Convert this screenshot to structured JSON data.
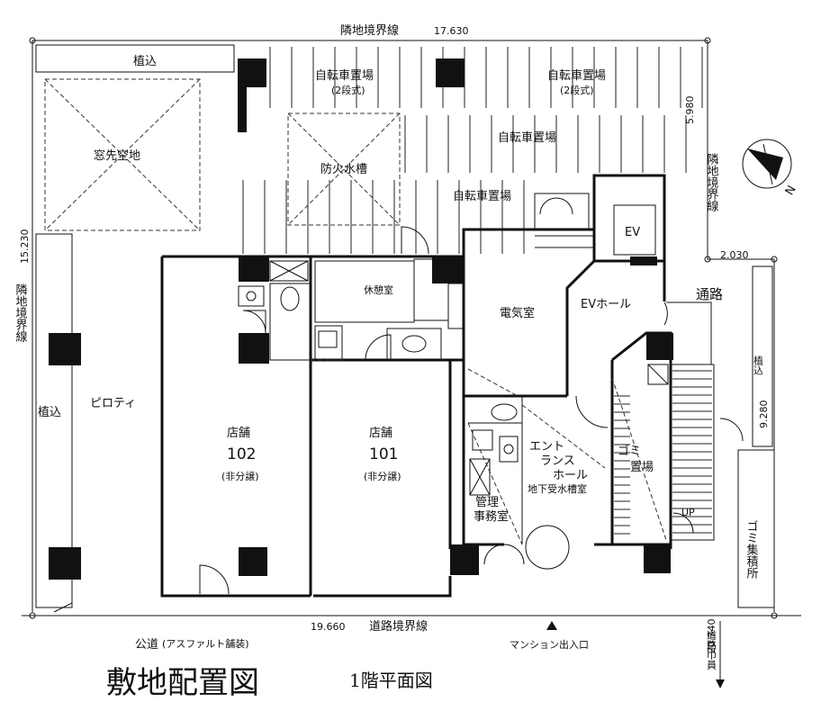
{
  "labels": {
    "boundary_top": "隣地境界線",
    "dim_top": "17.630",
    "planting_top": "植込",
    "bicycle_1": "自転車置場",
    "bicycle_1_sub": "(2段式)",
    "bicycle_2": "自転車置場",
    "bicycle_2_sub": "(2段式)",
    "bicycle_3": "自転車置場",
    "bicycle_4": "自転車置場",
    "dim_right_top": "5.980",
    "boundary_right": "隣地境界線",
    "window_open_space": "窓先空地",
    "fire_water_tank": "防火水槽",
    "dim_left": "15.230",
    "boundary_left": "隣地境界線",
    "ev": "EV",
    "dim_mid_right": "2.030",
    "rest_room": "休憩室",
    "electric_room": "電気室",
    "ev_hall": "EVホール",
    "passage": "通路",
    "planting_right": "植込",
    "dim_right": "9.280",
    "planting_left": "植込",
    "piloti": "ピロティ",
    "shop_102_a": "店舗",
    "shop_102_b": "102",
    "shop_102_c": "(非分譲)",
    "shop_101_a": "店舗",
    "shop_101_b": "101",
    "shop_101_c": "(非分譲)",
    "entrance_1": "エント",
    "entrance_2": "ランス",
    "entrance_3": "ホール",
    "underground_tank": "地下受水槽室",
    "garbage_1": "ゴミ",
    "garbage_2": "置場",
    "up": "UP",
    "garbage_collect": "ゴミ集積所",
    "office_1": "管理",
    "office_2": "事務室",
    "dim_bottom": "19.660",
    "road_boundary": "道路境界線",
    "public_road": "公道",
    "asphalt": "(アスファルト舗装)",
    "mansion_entrance": "マンション出入口",
    "road_width_label": "道路巾員",
    "road_width": "20.740",
    "title": "敷地配置図",
    "subtitle": "1階平面図",
    "north": "N"
  },
  "colors": {
    "ink": "#111111",
    "paper": "#ffffff"
  }
}
